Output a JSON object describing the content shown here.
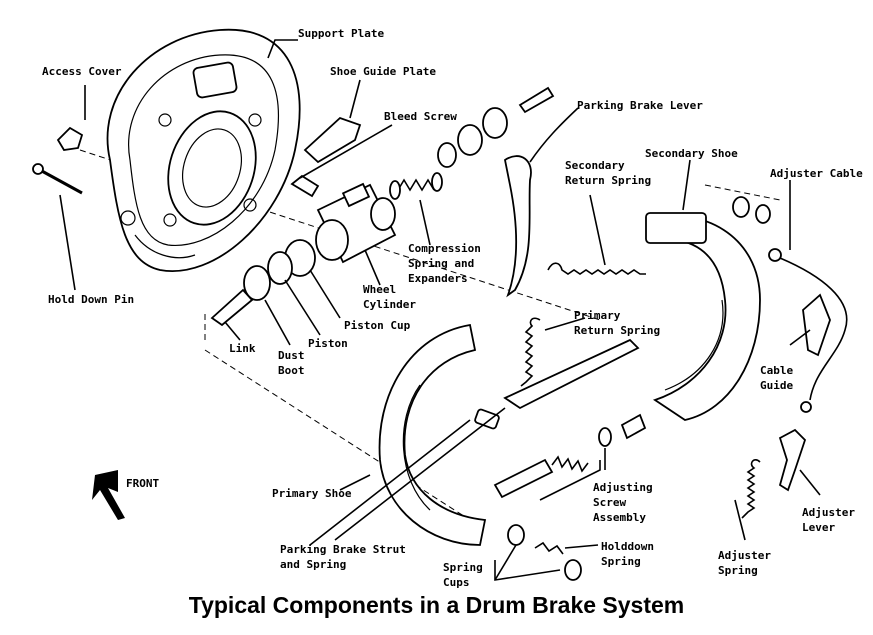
{
  "title": "Typical Components in a Drum Brake System",
  "front_label": "FRONT",
  "labels": {
    "support_plate": "Support Plate",
    "access_cover": "Access Cover",
    "shoe_guide_plate": "Shoe Guide Plate",
    "bleed_screw": "Bleed Screw",
    "parking_brake_lever": "Parking Brake Lever",
    "secondary_return_spring": "Secondary\nReturn Spring",
    "secondary_shoe": "Secondary Shoe",
    "adjuster_cable": "Adjuster Cable",
    "compression_spring": "Compression\nSpring and\nExpanders",
    "wheel_cylinder": "Wheel\nCylinder",
    "hold_down_pin": "Hold Down Pin",
    "primary_return_spring": "Primary\nReturn Spring",
    "piston_cup": "Piston Cup",
    "piston": "Piston",
    "link": "Link",
    "dust_boot": "Dust\nBoot",
    "cable_guide": "Cable\nGuide",
    "primary_shoe": "Primary Shoe",
    "adjusting_screw": "Adjusting\nScrew\nAssembly",
    "adjuster_lever": "Adjuster\nLever",
    "parking_brake_strut": "Parking Brake Strut\nand Spring",
    "holddown_spring": "Holddown\nSpring",
    "spring_cups": "Spring\nCups",
    "adjuster_spring": "Adjuster\nSpring"
  }
}
